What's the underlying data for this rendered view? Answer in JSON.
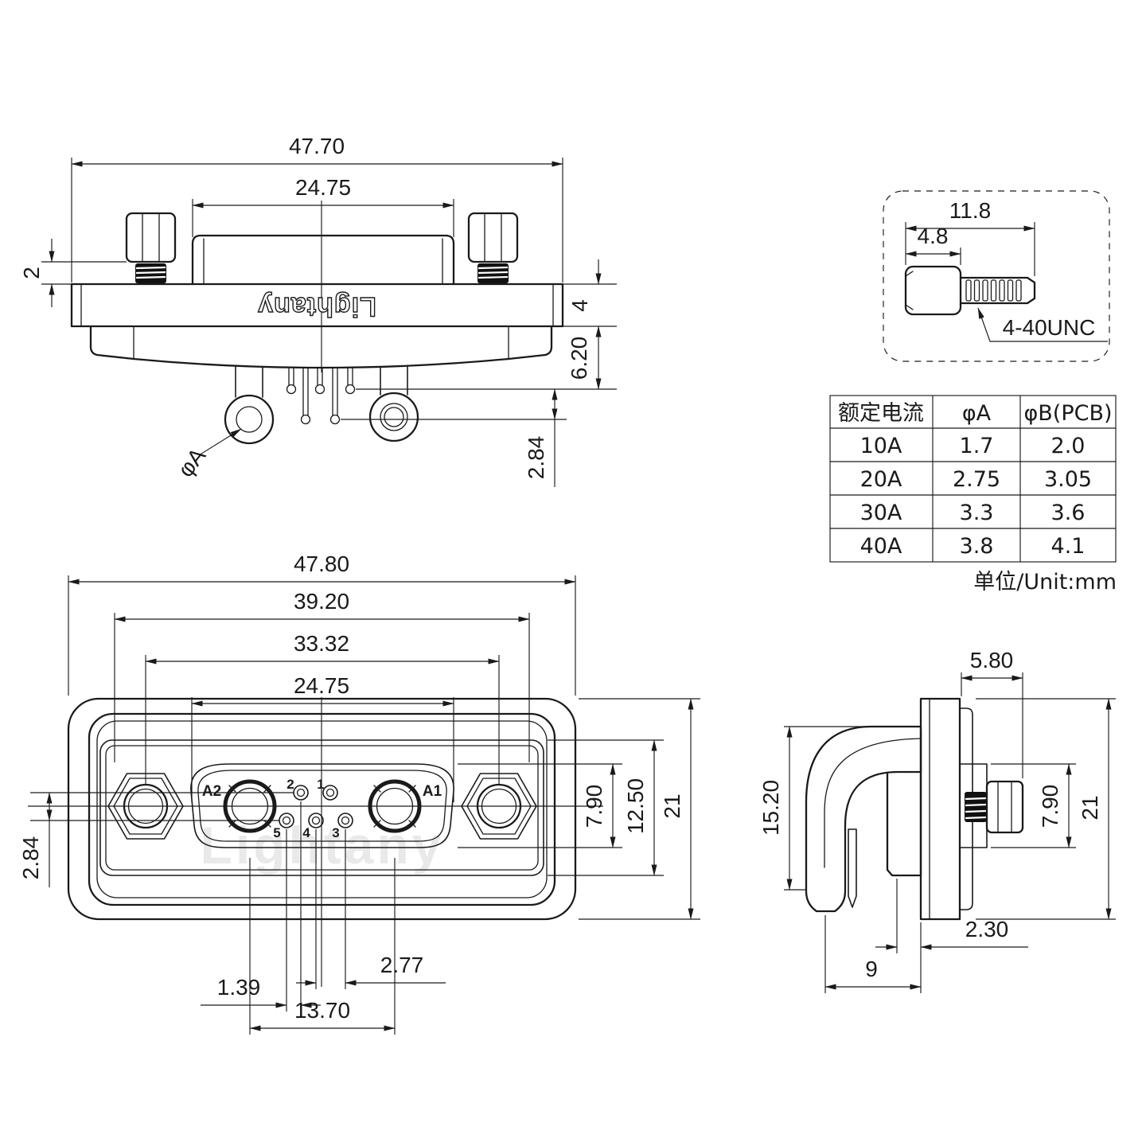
{
  "rear_view": {
    "overall_width": "47.70",
    "shroud_width": "24.75",
    "screw_standoff": "2",
    "flange_thickness": "4",
    "body_depth": "6.20",
    "pin_row_offset": "2.84",
    "cup_diameter_label": "φA",
    "logo": "Lightany"
  },
  "screw_detail": {
    "overall_length": "11.8",
    "head_length": "4.8",
    "thread_spec": "4-40UNC"
  },
  "spec_table": {
    "headers": [
      "额定电流",
      "φA",
      "φB(PCB)"
    ],
    "rows": [
      [
        "10A",
        "1.7",
        "2.0"
      ],
      [
        "20A",
        "2.75",
        "3.05"
      ],
      [
        "30A",
        "3.3",
        "3.6"
      ],
      [
        "40A",
        "3.8",
        "4.1"
      ]
    ],
    "unit_note": "单位/Unit:mm"
  },
  "front_view": {
    "overall_width": "47.80",
    "gasket_width": "39.20",
    "mount_hole_spacing": "33.32",
    "shroud_width": "24.75",
    "pin_row_offset": "2.84",
    "pin_offset": "1.39",
    "pin_pitch": "2.77",
    "contact_spacing": "13.70",
    "shroud_height": "7.90",
    "insert_height": "12.50",
    "overall_height": "21",
    "watermark": "Lightany",
    "labels": {
      "a2": "A2",
      "a1": "A1",
      "p1": "1",
      "p2": "2",
      "p3": "3",
      "p4": "4",
      "p5": "5"
    }
  },
  "side_view": {
    "screw_protrusion": "5.80",
    "lug_height": "15.20",
    "boss_height": "7.90",
    "overall_height": "21",
    "pin_setback": "2.30",
    "lug_depth": "9"
  }
}
